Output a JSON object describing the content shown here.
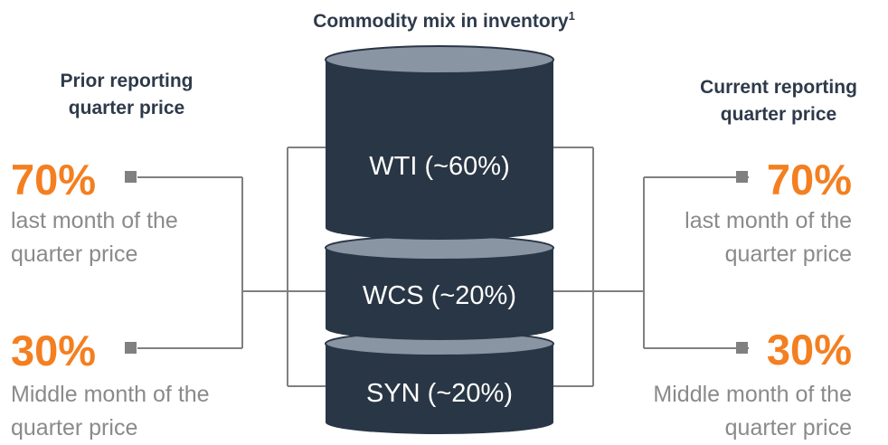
{
  "title": "Commodity mix in inventory",
  "title_sup": "1",
  "left": {
    "heading_line1": "Prior reporting",
    "heading_line2": "quarter price",
    "items": [
      {
        "pct": "70%",
        "desc_line1": "last month of the",
        "desc_line2": "quarter price"
      },
      {
        "pct": "30%",
        "desc_line1": "Middle month of the",
        "desc_line2": "quarter price"
      }
    ]
  },
  "right": {
    "heading_line1": "Current reporting",
    "heading_line2": "quarter price",
    "items": [
      {
        "pct": "70%",
        "desc_line1": "last month of the",
        "desc_line2": "quarter price"
      },
      {
        "pct": "30%",
        "desc_line1": "Middle month of the",
        "desc_line2": "quarter price"
      }
    ]
  },
  "cylinders": [
    {
      "label": "WTI (~60%)"
    },
    {
      "label": "WCS (~20%)"
    },
    {
      "label": "SYN (~20%)"
    }
  ],
  "colors": {
    "accent": "#f47f20",
    "cylinder_body": "#293645",
    "cylinder_top": "#8a95a3",
    "connector": "#808080"
  }
}
